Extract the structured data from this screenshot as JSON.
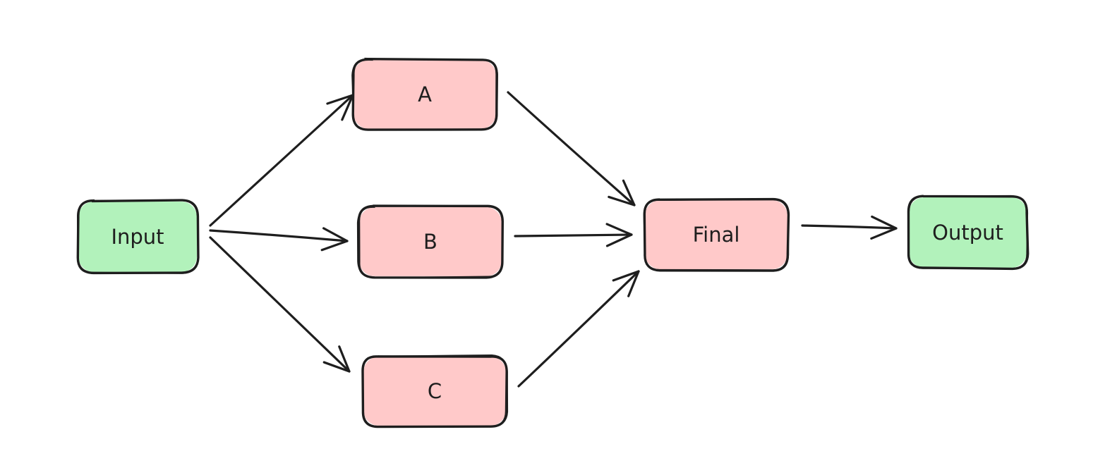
{
  "diagram": {
    "colors": {
      "io_fill": "#b2f2bb",
      "process_fill": "#ffc9c9",
      "stroke": "#1e1e1e",
      "background": "#ffffff"
    },
    "nodes": [
      {
        "id": "input",
        "label": "Input",
        "kind": "io"
      },
      {
        "id": "a",
        "label": "A",
        "kind": "process"
      },
      {
        "id": "b",
        "label": "B",
        "kind": "process"
      },
      {
        "id": "c",
        "label": "C",
        "kind": "process"
      },
      {
        "id": "final",
        "label": "Final",
        "kind": "process"
      },
      {
        "id": "output",
        "label": "Output",
        "kind": "io"
      }
    ],
    "edges": [
      {
        "from": "input",
        "to": "a"
      },
      {
        "from": "input",
        "to": "b"
      },
      {
        "from": "input",
        "to": "c"
      },
      {
        "from": "a",
        "to": "final"
      },
      {
        "from": "b",
        "to": "final"
      },
      {
        "from": "c",
        "to": "final"
      },
      {
        "from": "final",
        "to": "output"
      }
    ]
  }
}
